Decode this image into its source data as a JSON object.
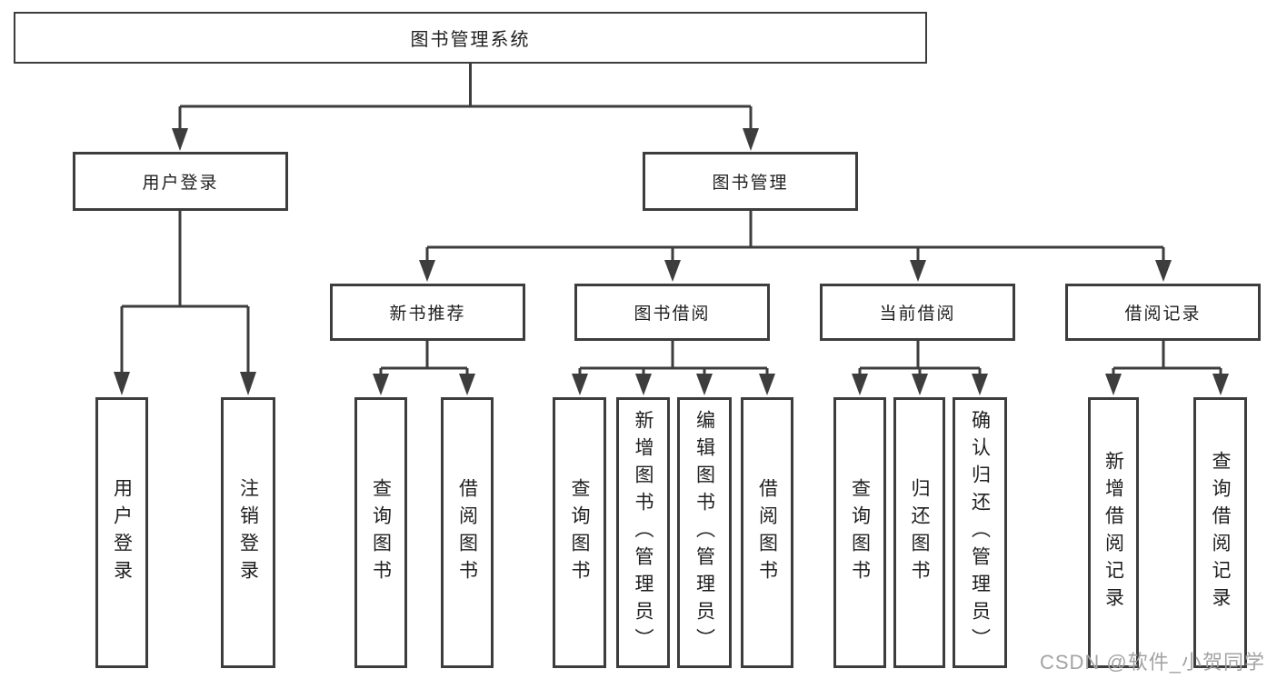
{
  "tree": {
    "root": {
      "label": "图书管理系统"
    },
    "children": [
      {
        "label": "用户登录",
        "children": [
          {
            "label": "用户登录"
          },
          {
            "label": "注销登录"
          }
        ]
      },
      {
        "label": "图书管理",
        "children": [
          {
            "label": "新书推荐",
            "children": [
              {
                "label": "查询图书"
              },
              {
                "label": "借阅图书"
              }
            ]
          },
          {
            "label": "图书借阅",
            "children": [
              {
                "label": "查询图书"
              },
              {
                "label": "新增图书（管理员）"
              },
              {
                "label": "编辑图书（管理员）"
              },
              {
                "label": "借阅图书"
              }
            ]
          },
          {
            "label": "当前借阅",
            "children": [
              {
                "label": "查询图书"
              },
              {
                "label": "归还图书"
              },
              {
                "label": "确认归还（管理员）"
              }
            ]
          },
          {
            "label": "借阅记录",
            "children": [
              {
                "label": "新增借阅记录"
              },
              {
                "label": "查询借阅记录"
              }
            ]
          }
        ]
      }
    ]
  },
  "watermark": {
    "text": "CSDN @软件_小贺同学"
  },
  "colors": {
    "line": "#3d3d3d",
    "text": "#1f1f1f",
    "watermark": "#a3a3a3",
    "background": "#ffffff"
  }
}
